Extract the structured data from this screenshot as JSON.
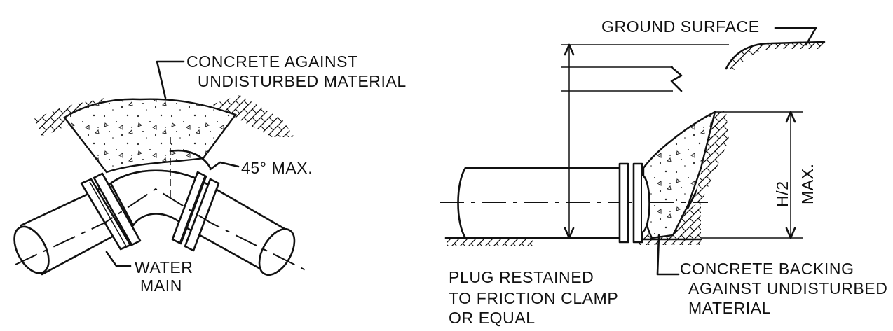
{
  "left_detail": {
    "concrete_label_line1": "CONCRETE AGAINST",
    "concrete_label_line2": "UNDISTURBED MATERIAL",
    "angle_label": "45° MAX.",
    "pipe_label_line1": "WATER",
    "pipe_label_line2": "MAIN"
  },
  "right_detail": {
    "ground_label": "GROUND SURFACE",
    "height_label_line1": "H/2",
    "height_label_line2": "MAX.",
    "plug_label_line1": "PLUG RESTAINED",
    "plug_label_line2": "TO FRICTION CLAMP",
    "plug_label_line3": "OR EQUAL",
    "backing_label_line1": "CONCRETE BACKING",
    "backing_label_line2": "AGAINST UNDISTURBED",
    "backing_label_line3": "MATERIAL"
  }
}
